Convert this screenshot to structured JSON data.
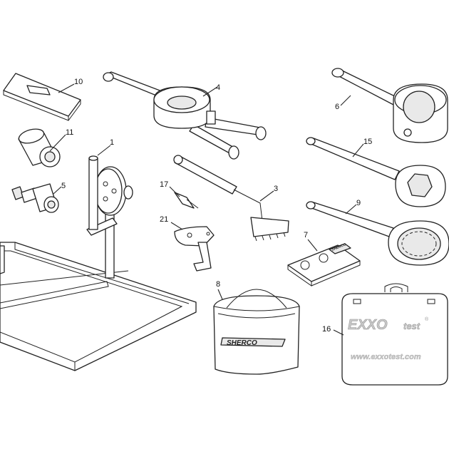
{
  "callouts": [
    {
      "num": "1"
    },
    {
      "num": "3"
    },
    {
      "num": "4"
    },
    {
      "num": "5"
    },
    {
      "num": "6"
    },
    {
      "num": "7"
    },
    {
      "num": "8"
    },
    {
      "num": "9"
    },
    {
      "num": "10"
    },
    {
      "num": "11"
    },
    {
      "num": "15"
    },
    {
      "num": "16"
    },
    {
      "num": "17"
    },
    {
      "num": "21"
    }
  ],
  "bag": {
    "brand": "SHERCO"
  },
  "case": {
    "brand_main": "EXXO",
    "brand_sub": "test",
    "reg": "®",
    "url": "www.exxotest.com"
  },
  "manual": {
    "brand": "SHERCO"
  }
}
